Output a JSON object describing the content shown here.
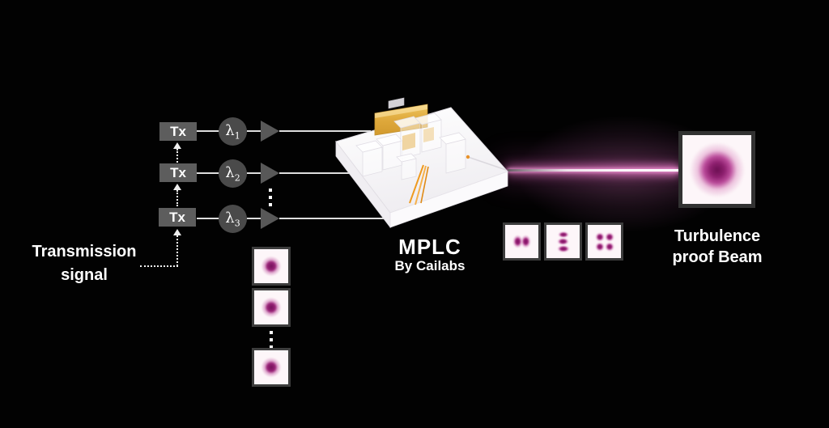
{
  "transmission": {
    "line1": "Transmission",
    "line2": "signal"
  },
  "transmitters": [
    {
      "label": "Tx"
    },
    {
      "label": "Tx"
    },
    {
      "label": "Tx"
    }
  ],
  "wavelengths": [
    {
      "symbol": "λ",
      "sub": "1"
    },
    {
      "symbol": "λ",
      "sub": "2"
    },
    {
      "symbol": "λ",
      "sub": "3"
    }
  ],
  "device": {
    "name": "MPLC",
    "byline": "By Cailabs"
  },
  "output_label": {
    "line1": "Turbulence",
    "line2": "proof Beam"
  },
  "modes": {
    "inputs": [
      {
        "pattern": "single-dot"
      },
      {
        "pattern": "single-dot"
      },
      {
        "pattern": "single-dot"
      }
    ],
    "outputs": [
      {
        "pattern": "two-dots"
      },
      {
        "pattern": "three-bars"
      },
      {
        "pattern": "four-dots"
      }
    ],
    "received": {
      "pattern": "gaussian-spot"
    }
  },
  "colors": {
    "background": "#020202",
    "node_gray": "#5d5d5d",
    "wavelength_gray": "#4a4a4a",
    "wire": "#dedede",
    "mode_magenta": "#7a1160",
    "beam_pink": "#e86ac0",
    "gold_mirror": "#e0ab45",
    "text": "#ffffff"
  }
}
